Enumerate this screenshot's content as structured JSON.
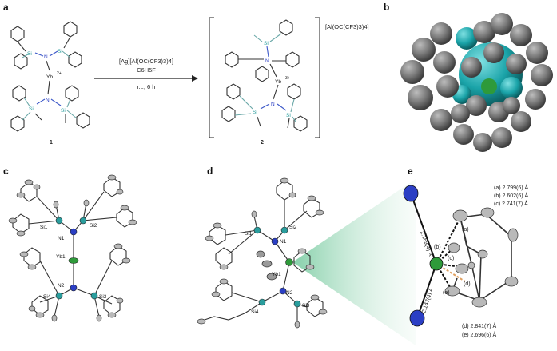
{
  "panels": {
    "a": "a",
    "b": "b",
    "c": "c",
    "d": "d",
    "e": "e"
  },
  "scheme": {
    "reagent_line1": "[Ag][Al(OC(CF3)3)4]",
    "reagent_line2": "C6H5F",
    "conditions": "r.t., 6 h",
    "compound1": "1",
    "compound2": "2",
    "counterion": "[Al(OC(CF3)3)4]",
    "yb2_label": "Yb",
    "yb2_charge": "2+",
    "yb3_label": "Yb",
    "yb3_charge": "3+",
    "si": "Si",
    "n": "N"
  },
  "structure_c": {
    "si1": "Si1",
    "si2": "Si2",
    "si3": "Si3",
    "si4": "Si4",
    "n1": "N1",
    "n2": "N2",
    "yb1": "Yb1"
  },
  "structure_d": {
    "si1": "Si1",
    "si2": "Si2",
    "si3": "Si3",
    "si4": "Si4",
    "n1": "N1",
    "n2": "N2",
    "yb1": "Yb1"
  },
  "panel_e": {
    "distance_top": "2.169(4) Å",
    "distance_bottom": "2.147(4) Å",
    "labels": [
      "(a)",
      "(b)",
      "(c)",
      "(d)",
      "(e)"
    ],
    "legend_a": "(a) 2.799(6) Å",
    "legend_b": "(b) 2.602(6) Å",
    "legend_c": "(c) 2.741(7) Å",
    "legend_d": "(d) 2.841(7) Å",
    "legend_e": "(e) 2.696(6) Å"
  },
  "colors": {
    "si": "#2a9d9d",
    "n": "#2b3fc4",
    "yb": "#2e9a3a",
    "spacefill_gray": "#6e6e6e",
    "spacefill_teal": "#1aa3a8",
    "cone": "#d5efe0"
  }
}
